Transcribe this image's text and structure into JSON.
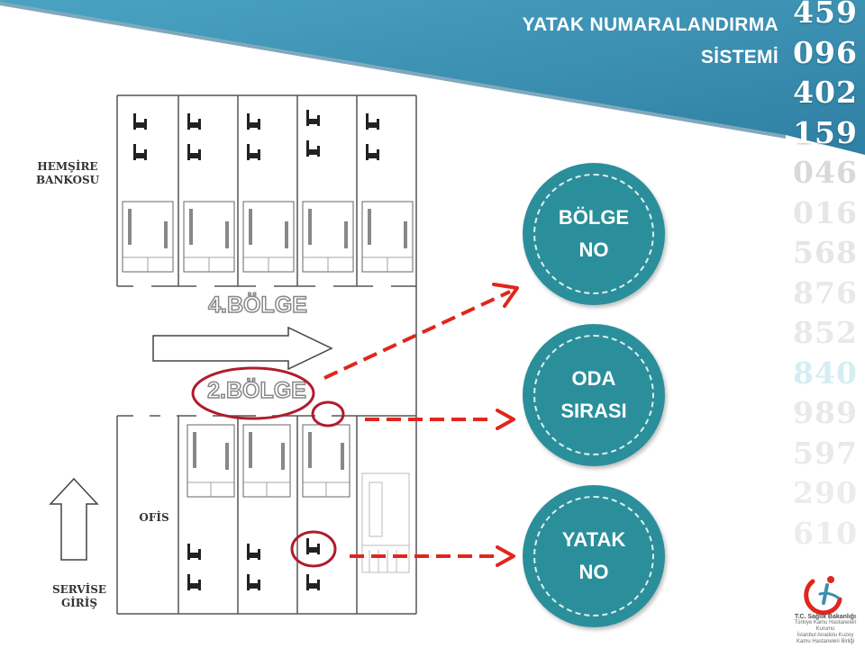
{
  "header": {
    "title_line1": "YATAK NUMARALANDIRMA",
    "title_line2": "SİSTEMİ"
  },
  "decor_numbers": [
    "459",
    "096",
    "402",
    "159",
    "046",
    "016",
    "568",
    "876",
    "852",
    "840",
    "989",
    "597",
    "290",
    "610"
  ],
  "circles": [
    {
      "label": "BÖLGE\nNO"
    },
    {
      "label": "ODA\nSIRASI"
    },
    {
      "label": "YATAK\nNO"
    }
  ],
  "floor_plan": {
    "nurse_station": "HEMŞİRE\nBANKOSU",
    "top_zone": "4.BÖLGE",
    "bottom_zone": "2.BÖLGE",
    "office": "OFİS",
    "entrance": "SERVİSE GİRİŞ"
  },
  "logo": {
    "ministry": "T.C. Sağlık Bakanlığı",
    "line2": "Türkiye Kamu Hastaneleri Kurumu",
    "line3": "İstanbul Anadolu Kuzey",
    "line4": "Kamu Hastaneleri Birliği"
  },
  "colors": {
    "banner": "#3a8fb0",
    "circle": "#2a8f9b",
    "arrow": "#e1261c",
    "highlight_ring": "#b01c2e"
  }
}
